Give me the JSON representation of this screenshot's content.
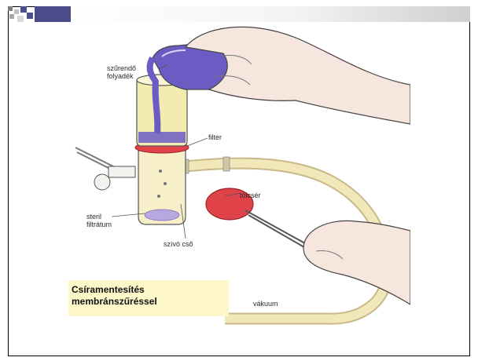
{
  "caption": {
    "line1": "Csíramentesítés",
    "line2": "membránszűréssel"
  },
  "labels": {
    "liquid_line1": "szűrendő",
    "liquid_line2": "folyadék",
    "filter": "filter",
    "funnel": "tölcsér",
    "filtrate_line1": "steril",
    "filtrate_line2": "filtrátum",
    "suction": "szívó cső",
    "vacuum": "vákuum"
  },
  "colors": {
    "liquid": "#6b5cc4",
    "filter_disc": "#e0424a",
    "funnel_glass": "#f3ebb0",
    "tubing": "#f2e7b8",
    "skin": "#f6e6dd",
    "caption_bg": "#fdf6c8"
  }
}
